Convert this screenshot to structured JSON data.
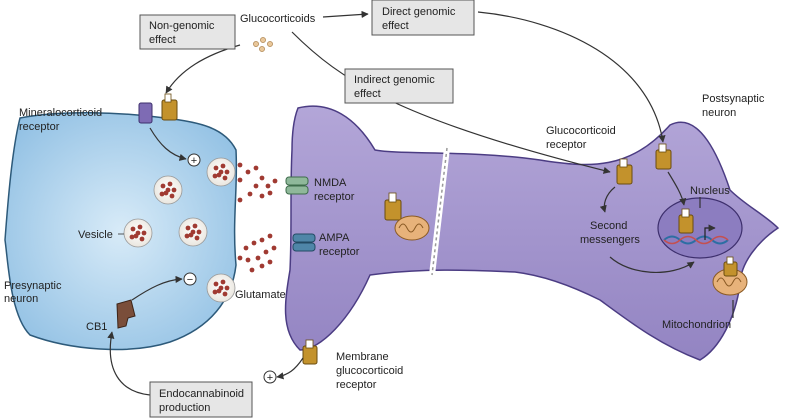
{
  "diagram": {
    "labels": {
      "glucocorticoids": "Glucocorticoids",
      "mineralocorticoid_1": "Mineralocorticoid",
      "mineralocorticoid_2": "receptor",
      "vesicle": "Vesicle",
      "presynaptic_1": "Presynaptic",
      "presynaptic_2": "neuron",
      "cb1": "CB1",
      "glutamate": "Glutamate",
      "nmda_1": "NMDA",
      "nmda_2": "receptor",
      "ampa_1": "AMPA",
      "ampa_2": "receptor",
      "membrane_gr_1": "Membrane",
      "membrane_gr_2": "glucocorticoid",
      "membrane_gr_3": "receptor",
      "postsynaptic_1": "Postsynaptic",
      "postsynaptic_2": "neuron",
      "gr_1": "Glucocorticoid",
      "gr_2": "receptor",
      "nucleus": "Nucleus",
      "second_1": "Second",
      "second_2": "messengers",
      "mitochondrion": "Mitochondrion",
      "plus": "+",
      "minus": "−"
    },
    "boxes": {
      "non_genomic_1": "Non-genomic",
      "non_genomic_2": "effect",
      "direct_genomic_1": "Direct genomic",
      "direct_genomic_2": "effect",
      "indirect_genomic_1": "Indirect genomic",
      "indirect_genomic_2": "effect",
      "endocannabinoid_1": "Endocannabinoid",
      "endocannabinoid_2": "production"
    },
    "colors": {
      "presynaptic_fill": "#a9d0ec",
      "postsynaptic_fill": "#a597cc",
      "vesicle_dot": "#a03a32",
      "receptor_gold": "#c3922c",
      "receptor_purple": "#7e6bb4",
      "cb1_brown": "#7a4e3a",
      "nmda_green": "#8fb89a",
      "ampa_blue": "#4f86a8",
      "box_fill": "#e6e6e6",
      "arrow": "#333333"
    }
  }
}
